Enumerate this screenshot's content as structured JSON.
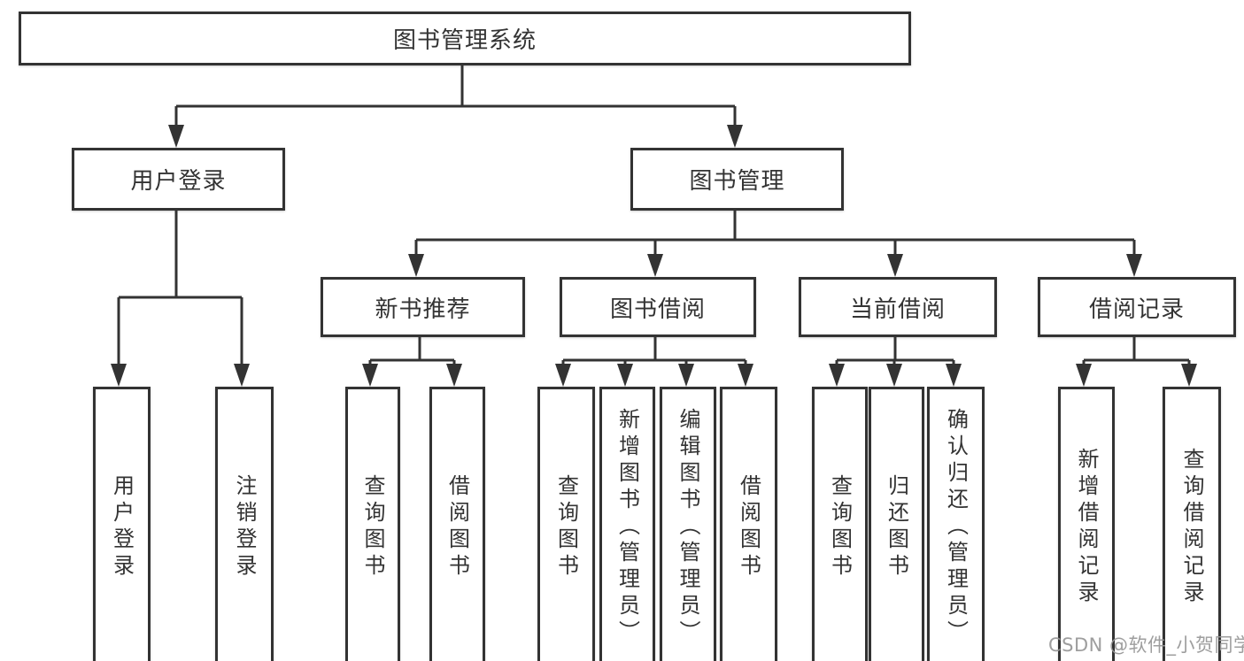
{
  "page": {
    "background": "#ffffff"
  },
  "diagram": {
    "type": "hierarchy-flowchart",
    "line_color": "#333333",
    "box_border_color": "#333333",
    "text_color": "#333333",
    "tree": {
      "label": "图书管理系统",
      "children": [
        {
          "label": "用户登录",
          "children": [
            {
              "label": "用户登录"
            },
            {
              "label": "注销登录"
            }
          ]
        },
        {
          "label": "图书管理",
          "children": [
            {
              "label": "新书推荐",
              "children": [
                {
                  "label": "查询图书"
                },
                {
                  "label": "借阅图书"
                }
              ]
            },
            {
              "label": "图书借阅",
              "children": [
                {
                  "label": "查询图书"
                },
                {
                  "label": "新增图书（管理员）"
                },
                {
                  "label": "编辑图书（管理员）"
                },
                {
                  "label": "借阅图书"
                }
              ]
            },
            {
              "label": "当前借阅",
              "children": [
                {
                  "label": "查询图书"
                },
                {
                  "label": "归还图书"
                },
                {
                  "label": "确认归还（管理员）"
                }
              ]
            },
            {
              "label": "借阅记录",
              "children": [
                {
                  "label": "新增借阅记录"
                },
                {
                  "label": "查询借阅记录"
                }
              ]
            }
          ]
        }
      ]
    }
  },
  "watermark": {
    "text": "CSDN @软件_小贺同学",
    "color": "#969696"
  }
}
